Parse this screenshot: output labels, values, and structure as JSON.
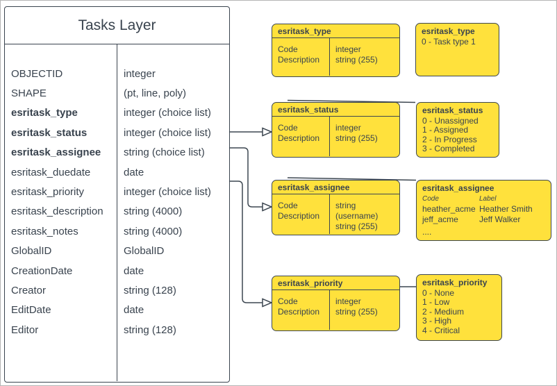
{
  "tasks_layer": {
    "title": "Tasks Layer",
    "fields": [
      {
        "name": "OBJECTID",
        "type": "integer"
      },
      {
        "name": "SHAPE",
        "type": "(pt, line, poly)"
      },
      {
        "name": "esritask_type",
        "type": "integer (choice list)"
      },
      {
        "name": "esritask_status",
        "type": "integer (choice list)"
      },
      {
        "name": "esritask_assignee",
        "type": "string (choice list)"
      },
      {
        "name": "esritask_duedate",
        "type": "date"
      },
      {
        "name": "esritask_priority",
        "type": "integer (choice list)"
      },
      {
        "name": "esritask_description",
        "type": "string (4000)"
      },
      {
        "name": "esritask_notes",
        "type": "string (4000)"
      },
      {
        "name": "GlobalID",
        "type": "GlobalID"
      },
      {
        "name": "CreationDate",
        "type": "date"
      },
      {
        "name": "Creator",
        "type": "string (128)"
      },
      {
        "name": "EditDate",
        "type": "date"
      },
      {
        "name": "Editor",
        "type": "string (128)"
      }
    ]
  },
  "domains": {
    "type": {
      "title": "esritask_type",
      "attr1": "Code",
      "attr2": "Description",
      "type1": "integer",
      "type2": "string (255)"
    },
    "status": {
      "title": "esritask_status",
      "attr1": "Code",
      "attr2": "Description",
      "type1": "integer",
      "type2": "string (255)"
    },
    "assignee": {
      "title": "esritask_assignee",
      "attr1": "Code",
      "attr2": "Description",
      "type1": "string (username)",
      "type2": "string (255)"
    },
    "priority": {
      "title": "esritask_priority",
      "attr1": "Code",
      "attr2": "Description",
      "type1": "integer",
      "type2": "string (255)"
    }
  },
  "values": {
    "type": {
      "title": "esritask_type",
      "items": [
        "0 - Task type 1"
      ]
    },
    "status": {
      "title": "esritask_status",
      "items": [
        "0 - Unassigned",
        "1 - Assigned",
        "2 - In Progress",
        "3 - Completed"
      ]
    },
    "assignee": {
      "title": "esritask_assignee",
      "col1_header": "Code",
      "col2_header": "Label",
      "rows": [
        {
          "code": "heather_acme",
          "label": "Heather Smith"
        },
        {
          "code": "jeff_acme",
          "label": "Jeff Walker"
        }
      ],
      "ellipsis": "...."
    },
    "priority": {
      "title": "esritask_priority",
      "items": [
        "0 - None",
        "1 - Low",
        "2 - Medium",
        "3 - High",
        "4 - Critical"
      ]
    }
  },
  "colors": {
    "box_fill": "#FFE13C",
    "line": "#3C4650"
  }
}
